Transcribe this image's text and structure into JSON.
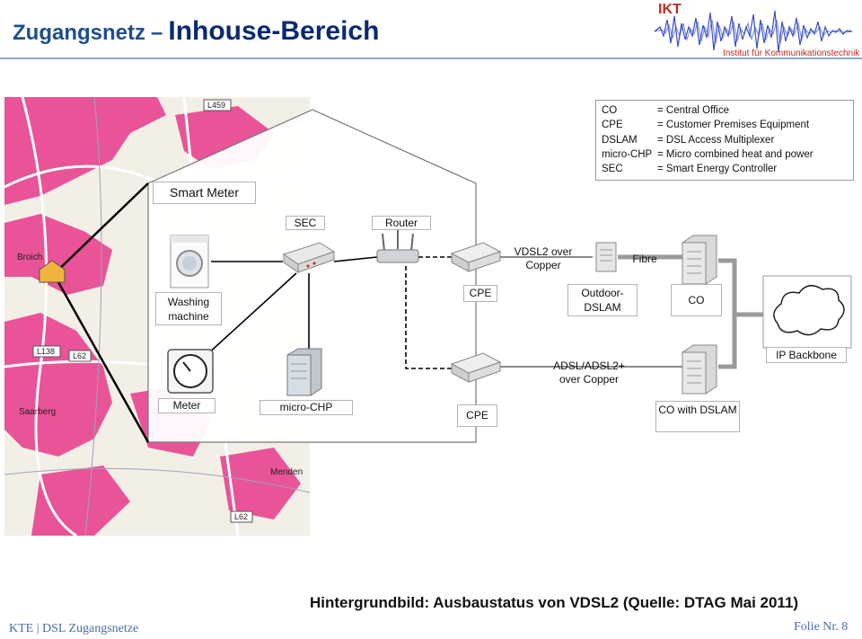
{
  "header": {
    "title_part1": "Zugangsnetz",
    "title_dash": "–",
    "title_part2": "Inhouse-Bereich",
    "logo_text": "IKT",
    "logo_institute": "Institut für Kommunikationstechnik"
  },
  "legend": [
    {
      "abbr": "CO",
      "desc": "= Central Office"
    },
    {
      "abbr": "CPE",
      "desc": "= Customer Premises Equipment"
    },
    {
      "abbr": "DSLAM",
      "desc": "= DSL Access Multiplexer"
    },
    {
      "abbr": "micro-CHP",
      "desc": "= Micro combined heat and power"
    },
    {
      "abbr": "SEC",
      "desc": "= Smart Energy Controller"
    }
  ],
  "diagram": {
    "smart_meter": "Smart Meter",
    "sec": "SEC",
    "router": "Router",
    "vdsl2": "VDSL2 over Copper",
    "fibre": "Fibre",
    "washing_machine": "Washing machine",
    "cpe_top": "CPE",
    "outdoor_dslam": "Outdoor-DSLAM",
    "co": "CO",
    "ip_backbone": "IP Backbone",
    "adsl": "ADSL/ADSL2+ over Copper",
    "meter": "Meter",
    "micro_chp": "micro-CHP",
    "cpe_bottom": "CPE",
    "co_dslam": "CO with DSLAM"
  },
  "map_labels": {
    "road1": "L459",
    "road2": "L138",
    "road3": "L62",
    "road4": "L62",
    "town1": "Broich",
    "town2": "Saarberg",
    "town3": "Menden"
  },
  "caption": "Hintergrundbild: Ausbaustatus von VDSL2 (Quelle: DTAG Mai 2011)",
  "footer": {
    "left": "KTE | DSL Zugangsnetze",
    "right": "Folie Nr. 8"
  },
  "colors": {
    "title": "#1f4e8c",
    "map_pink": "#e8388a",
    "logo_red": "#c22b1f",
    "wave_blue": "#3a4fbf"
  }
}
